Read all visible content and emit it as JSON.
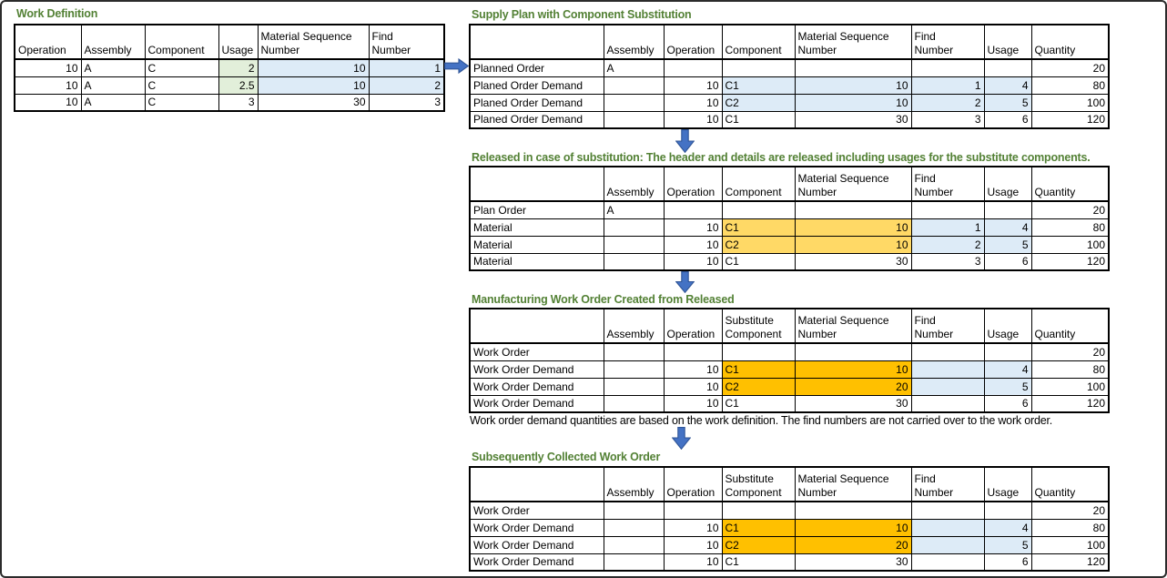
{
  "titles": {
    "work_definition": "Work Definition",
    "supply_plan": "Supply Plan with Component Substitution",
    "released": "Released in case of substitution: The header and details are released including usages for the substitute components.",
    "manufacturing": "Manufacturing Work Order Created from Released",
    "collected": "Subsequently Collected Work Order"
  },
  "note": "Work order demand quantities are based on the work definition. The find numbers are not carried over to the work order.",
  "colors": {
    "blue_highlight": "#DDEBF7",
    "green_highlight": "#E2EFDA",
    "gold_highlight": "#FFD966",
    "amber_highlight": "#FFC000",
    "title_green": "#538135",
    "arrow_fill": "#4472C4",
    "arrow_stroke": "#2F5496"
  },
  "icons": {
    "flow_arrow_right": "block-arrow-right",
    "flow_arrow_down": "block-arrow-down"
  },
  "tables": {
    "work_definition": {
      "columns": [
        {
          "label": "Operation",
          "width": 73,
          "align": "right"
        },
        {
          "label": "Assembly",
          "width": 70,
          "align": "left"
        },
        {
          "label": "Component",
          "width": 81,
          "align": "left"
        },
        {
          "label": "Usage",
          "width": 43,
          "align": "right"
        },
        {
          "label": "Material Sequence\nNumber",
          "width": 122,
          "align": "right"
        },
        {
          "label": "Find\nNumber",
          "width": 83,
          "align": "right"
        }
      ],
      "rows": [
        [
          "10",
          "A",
          "C",
          {
            "v": "2",
            "hl": "green"
          },
          {
            "v": "10",
            "hl": "blue"
          },
          {
            "v": "1",
            "hl": "blue"
          }
        ],
        [
          "10",
          "A",
          "C",
          {
            "v": "2.5",
            "hl": "green"
          },
          {
            "v": "10",
            "hl": "blue"
          },
          {
            "v": "2",
            "hl": "blue"
          }
        ],
        [
          "10",
          "A",
          "C",
          "3",
          "30",
          "3"
        ]
      ]
    },
    "supply_plan": {
      "columns": [
        {
          "label": "",
          "width": 147,
          "align": "left"
        },
        {
          "label": "Assembly",
          "width": 66,
          "align": "left"
        },
        {
          "label": "Operation",
          "width": 64,
          "align": "right"
        },
        {
          "label": "Component",
          "width": 80,
          "align": "left"
        },
        {
          "label": "Material Sequence\nNumber",
          "width": 128,
          "align": "right"
        },
        {
          "label": "Find\nNumber",
          "width": 80,
          "align": "right"
        },
        {
          "label": "Usage",
          "width": 52,
          "align": "right"
        },
        {
          "label": "Quantity",
          "width": 85,
          "align": "right"
        }
      ],
      "rows": [
        [
          "Planned Order",
          "A",
          "",
          "",
          "",
          "",
          "",
          "20"
        ],
        [
          "Planed Order Demand",
          "",
          "10",
          {
            "v": "C1",
            "hl": "blue"
          },
          {
            "v": "10",
            "hl": "blue"
          },
          {
            "v": "1",
            "hl": "blue"
          },
          {
            "v": "4",
            "hl": "blue"
          },
          "80"
        ],
        [
          "Planed Order Demand",
          "",
          "10",
          {
            "v": "C2",
            "hl": "blue"
          },
          {
            "v": "10",
            "hl": "blue"
          },
          {
            "v": "2",
            "hl": "blue"
          },
          {
            "v": "5",
            "hl": "blue"
          },
          "100"
        ],
        [
          "Planed Order Demand",
          "",
          "10",
          "C1",
          "30",
          "3",
          "6",
          "120"
        ]
      ]
    },
    "released": {
      "columns": [
        {
          "label": "",
          "width": 147,
          "align": "left"
        },
        {
          "label": "Assembly",
          "width": 66,
          "align": "left"
        },
        {
          "label": "Operation",
          "width": 64,
          "align": "right"
        },
        {
          "label": "Component",
          "width": 80,
          "align": "left"
        },
        {
          "label": "Material Sequence\nNumber",
          "width": 128,
          "align": "right"
        },
        {
          "label": "Find\nNumber",
          "width": 80,
          "align": "right"
        },
        {
          "label": "Usage",
          "width": 52,
          "align": "right"
        },
        {
          "label": "Quantity",
          "width": 85,
          "align": "right"
        }
      ],
      "rows": [
        [
          "Plan Order",
          "A",
          "",
          "",
          "",
          "",
          "",
          "20"
        ],
        [
          "Material",
          "",
          "10",
          {
            "v": "C1",
            "hl": "gold"
          },
          {
            "v": "10",
            "hl": "gold"
          },
          {
            "v": "1",
            "hl": "blue"
          },
          {
            "v": "4",
            "hl": "blue"
          },
          "80"
        ],
        [
          "Material",
          "",
          "10",
          {
            "v": "C2",
            "hl": "gold"
          },
          {
            "v": "10",
            "hl": "gold"
          },
          {
            "v": "2",
            "hl": "blue"
          },
          {
            "v": "5",
            "hl": "blue"
          },
          "100"
        ],
        [
          "Material",
          "",
          "10",
          "C1",
          "30",
          "3",
          "6",
          "120"
        ]
      ]
    },
    "manufacturing": {
      "columns": [
        {
          "label": "",
          "width": 147,
          "align": "left"
        },
        {
          "label": "Assembly",
          "width": 66,
          "align": "left"
        },
        {
          "label": "Operation",
          "width": 64,
          "align": "right"
        },
        {
          "label": "Substitute\nComponent",
          "width": 80,
          "align": "left"
        },
        {
          "label": "Material Sequence\nNumber",
          "width": 128,
          "align": "right"
        },
        {
          "label": "Find\nNumber",
          "width": 80,
          "align": "right"
        },
        {
          "label": "Usage",
          "width": 52,
          "align": "right"
        },
        {
          "label": "Quantity",
          "width": 85,
          "align": "right"
        }
      ],
      "rows": [
        [
          "Work Order",
          "",
          "",
          "",
          "",
          "",
          "",
          "20"
        ],
        [
          "Work Order Demand",
          "",
          "10",
          {
            "v": "C1",
            "hl": "amber"
          },
          {
            "v": "10",
            "hl": "amber"
          },
          {
            "v": "",
            "hl": "blue"
          },
          {
            "v": "4",
            "hl": "blue"
          },
          "80"
        ],
        [
          "Work Order Demand",
          "",
          "10",
          {
            "v": "C2",
            "hl": "amber"
          },
          {
            "v": "20",
            "hl": "amber"
          },
          {
            "v": "",
            "hl": "blue"
          },
          {
            "v": "5",
            "hl": "blue"
          },
          "100"
        ],
        [
          "Work Order Demand",
          "",
          "10",
          "C1",
          "30",
          "",
          "6",
          "120"
        ]
      ]
    },
    "collected": {
      "columns": [
        {
          "label": "",
          "width": 147,
          "align": "left"
        },
        {
          "label": "Assembly",
          "width": 66,
          "align": "left"
        },
        {
          "label": "Operation",
          "width": 64,
          "align": "right"
        },
        {
          "label": "Substitute\nComponent",
          "width": 80,
          "align": "left"
        },
        {
          "label": "Material Sequence\nNumber",
          "width": 128,
          "align": "right"
        },
        {
          "label": "Find\nNumber",
          "width": 80,
          "align": "right"
        },
        {
          "label": "Usage",
          "width": 52,
          "align": "right"
        },
        {
          "label": "Quantity",
          "width": 85,
          "align": "right"
        }
      ],
      "rows": [
        [
          "Work Order",
          "",
          "",
          "",
          "",
          "",
          "",
          "20"
        ],
        [
          "Work Order Demand",
          "",
          "10",
          {
            "v": "C1",
            "hl": "amber"
          },
          {
            "v": "10",
            "hl": "amber"
          },
          {
            "v": "",
            "hl": "blue"
          },
          {
            "v": "4",
            "hl": "blue"
          },
          "80"
        ],
        [
          "Work Order Demand",
          "",
          "10",
          {
            "v": "C2",
            "hl": "amber"
          },
          {
            "v": "20",
            "hl": "amber"
          },
          {
            "v": "",
            "hl": "blue"
          },
          {
            "v": "5",
            "hl": "blue"
          },
          "100"
        ],
        [
          "Work Order Demand",
          "",
          "10",
          "C1",
          "30",
          "",
          "6",
          "120"
        ]
      ]
    }
  }
}
